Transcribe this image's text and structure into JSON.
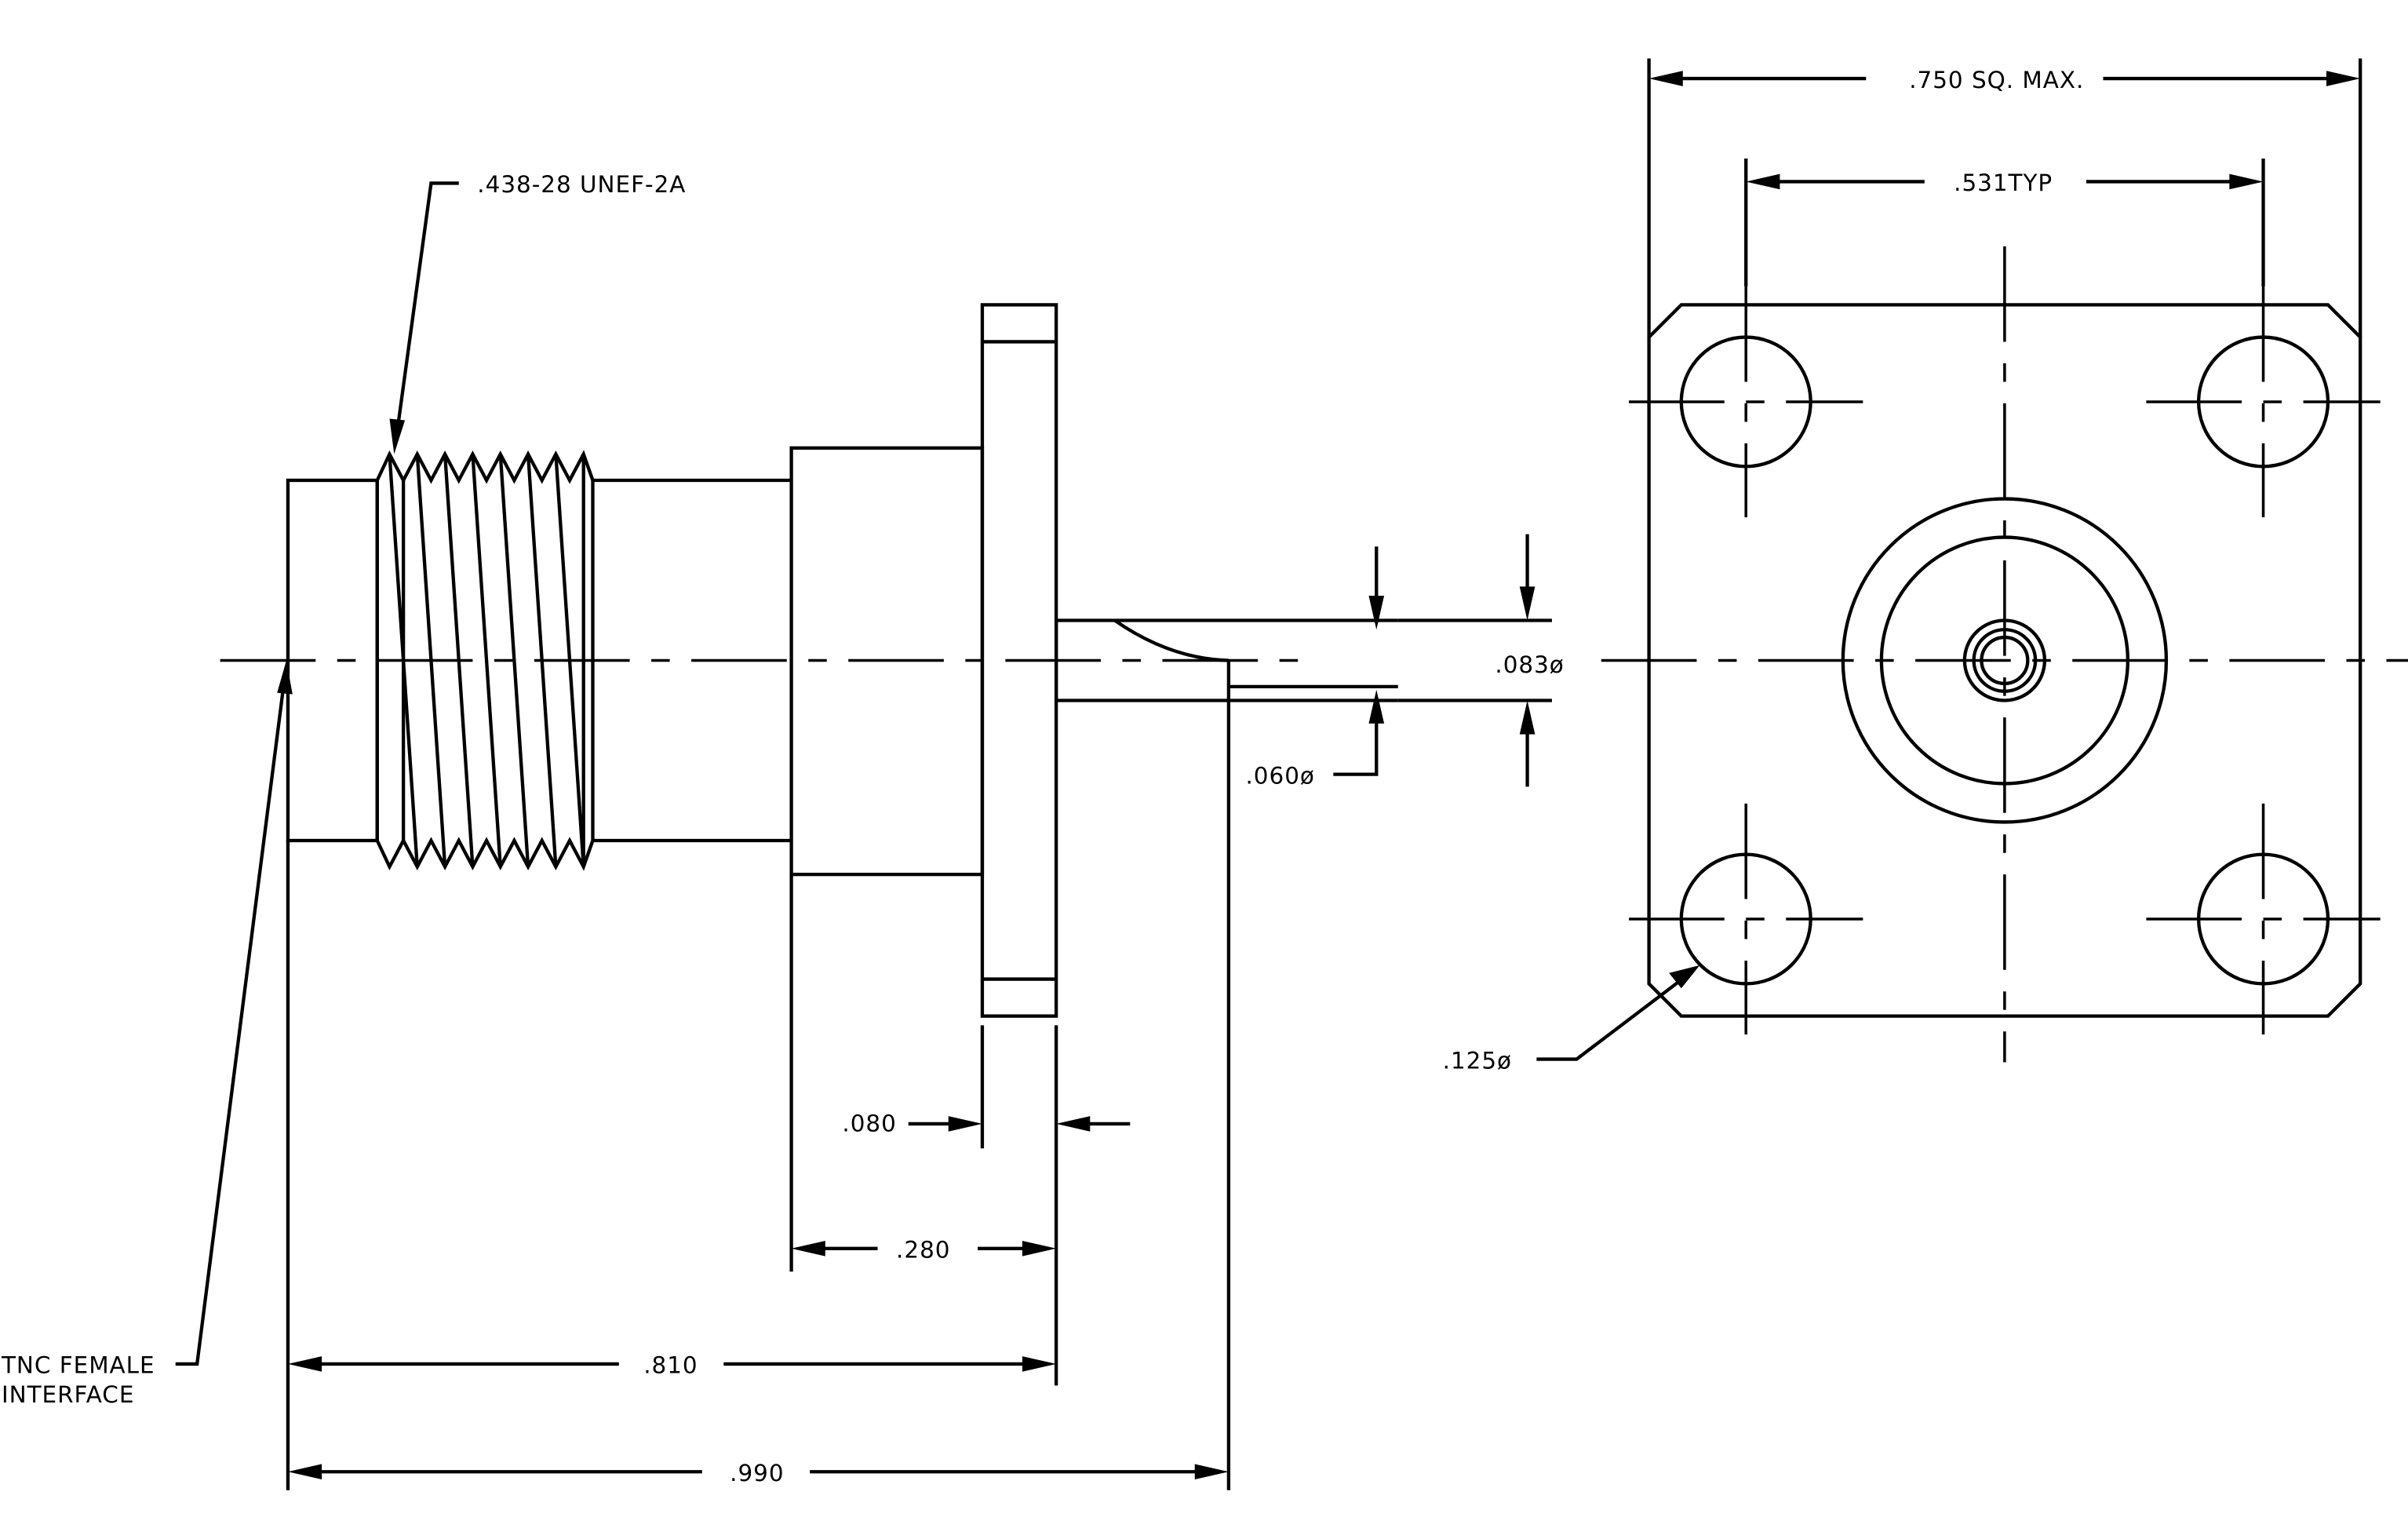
{
  "dimensions": {
    "square_max": ".750 SQ. MAX.",
    "hole_spacing": ".531TYP",
    "dia_083": ".083ø",
    "dia_060": ".060ø",
    "hole_dia": ".125ø",
    "flange_thick": ".080",
    "len_280": ".280",
    "len_810": ".810",
    "len_990": ".990",
    "thread": ".438-28 UNEF-2A",
    "interface_line1": "TNC FEMALE",
    "interface_line2": "INTERFACE"
  }
}
